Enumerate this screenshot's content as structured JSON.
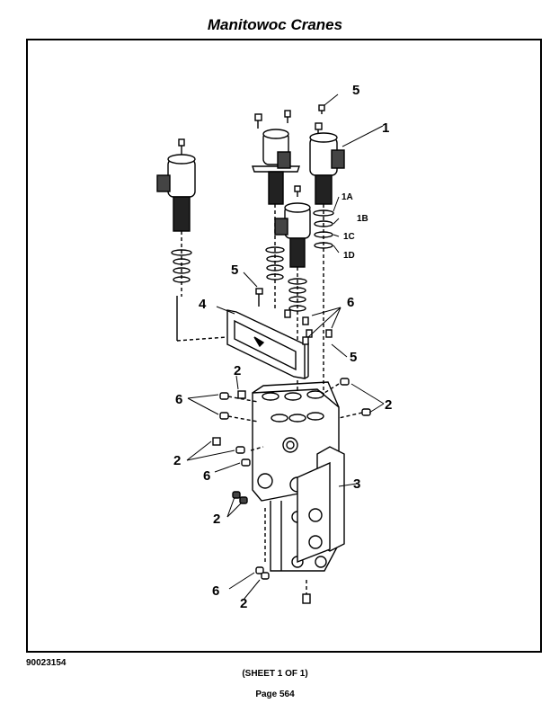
{
  "header": {
    "title": "Manitowoc Cranes"
  },
  "footer": {
    "doc_number": "90023154",
    "sheet": "(SHEET 1 OF 1)",
    "page": "Page 564"
  },
  "callouts": {
    "c1": "1",
    "c1a": "1A",
    "c1b": "1B",
    "c1c": "1C",
    "c1d": "1D",
    "c2": "2",
    "c3": "3",
    "c4": "4",
    "c5": "5",
    "c6": "6"
  }
}
